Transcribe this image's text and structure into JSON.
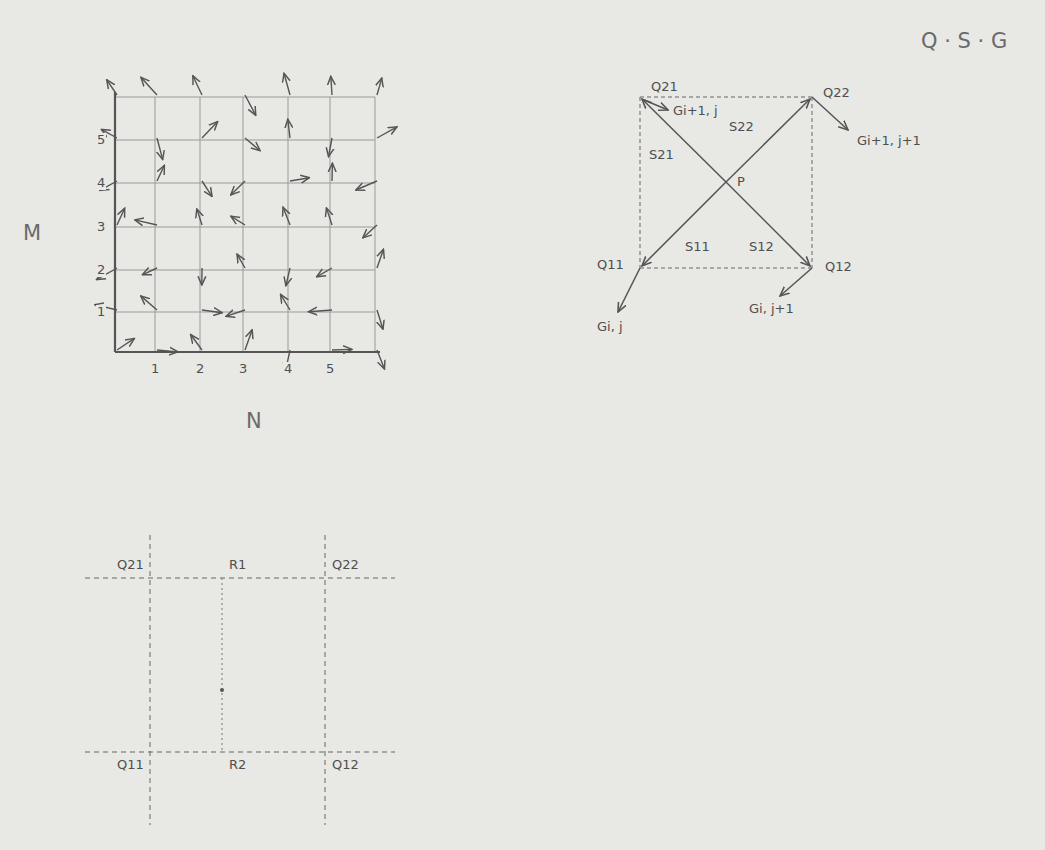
{
  "diagram": {
    "labels": [
      "5",
      "4",
      "3",
      "2",
      "1",
      "1",
      "2",
      "3",
      "4",
      "5",
      "M",
      "N",
      "Q21",
      "Q22",
      "Q11",
      "Q12",
      "Gi+1, j",
      "Gi+1, j+1",
      "Gi, j",
      "Gi, j+1",
      "S21",
      "S22",
      "S11",
      "S12",
      "P",
      "Q · S · G",
      "Q21",
      "R1",
      "Q22",
      "Q11",
      "R2",
      "Q12"
    ]
  }
}
